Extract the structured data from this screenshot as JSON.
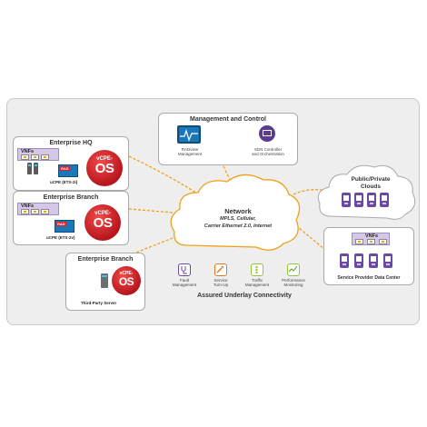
{
  "left_boxes": [
    {
      "title": "Enterprise HQ",
      "vnf_label": "VNFs",
      "cpe_top": "vCPE-",
      "cpe_os": "OS",
      "device_label": "uCPE (ETX-2i)",
      "rad_badge": "RAD"
    },
    {
      "title": "Enterprise Branch",
      "vnf_label": "VNFs",
      "cpe_top": "vCPE-",
      "cpe_os": "OS",
      "device_label": "uCPE (ETX-2v)",
      "rad_badge": "RAD"
    },
    {
      "title": "Enterprise Branch",
      "cpe_top": "vCPE-",
      "cpe_os": "OS",
      "device_label": "Third-Party Server"
    }
  ],
  "management": {
    "title": "Management and Control",
    "items": [
      {
        "label_line1": "RADview",
        "label_line2": "Management",
        "icon": "monitor-pulse-icon"
      },
      {
        "label_line1": "SDN Controller",
        "label_line2": "and Orchestration",
        "icon": "monitor-chart-icon"
      }
    ]
  },
  "network": {
    "title": "Network",
    "line1": "MPLS, Cellular,",
    "line2": "Carrier Ethernet 2.0, Internet"
  },
  "services": [
    {
      "line1": "Fault",
      "line2": "Management",
      "icon": "stethoscope-icon",
      "color": "#6a4aa4"
    },
    {
      "line1": "Service",
      "line2": "Turn-Up",
      "icon": "wrench-icon",
      "color": "#e8742a"
    },
    {
      "line1": "Traffic",
      "line2": "Management",
      "icon": "traffic-light-icon",
      "color": "#8dc63f"
    },
    {
      "line1": "Performance",
      "line2": "Monitoring",
      "icon": "monitor-graph-icon",
      "color": "#8dc63f"
    }
  ],
  "underlay_label": "Assured Underlay Connectivity",
  "clouds": {
    "title_line1": "Public/Private",
    "title_line2": "Clouds"
  },
  "data_center": {
    "vnf_label": "VNFs",
    "title": "Service Provider Data Center"
  },
  "colors": {
    "link": "#f0a019",
    "accent": "#5a3c8e",
    "cpe_red": "#d4222a"
  }
}
